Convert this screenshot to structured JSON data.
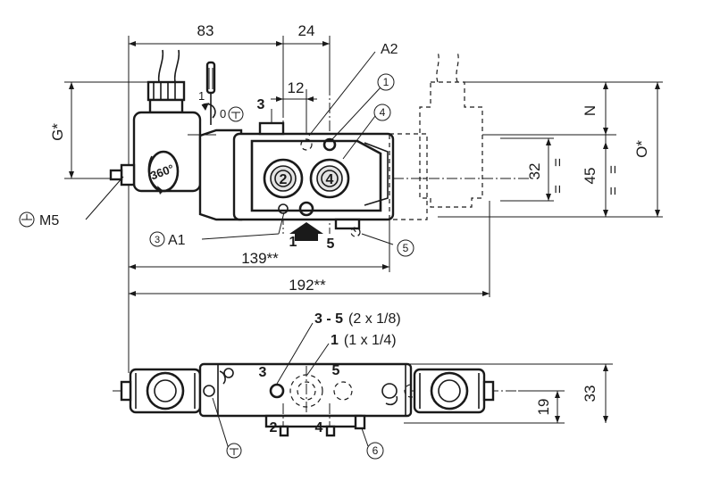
{
  "dimensions": {
    "d83": "83",
    "d24": "24",
    "d12": "12",
    "d139": "139**",
    "d192": "192**",
    "d32": "32",
    "d45": "45",
    "dN": "N",
    "dO": "O*",
    "dG": "G*",
    "d33": "33",
    "d19": "19",
    "eq": "="
  },
  "labels": {
    "a2": "A2",
    "a1": "A1",
    "m5": "M5",
    "port1": "1",
    "port2": "2",
    "port3": "3",
    "port4": "4",
    "port5": "5",
    "c1": "1",
    "c3": "3",
    "c4": "4",
    "c5": "5",
    "c6": "6",
    "lever1": "1",
    "lever0": "0",
    "rot360": "360°",
    "ports35_bold": "3 - 5",
    "ports35_spec": "(2 x 1/8)",
    "port1_bold": "1",
    "port1_spec": "(1 x 1/4)"
  }
}
